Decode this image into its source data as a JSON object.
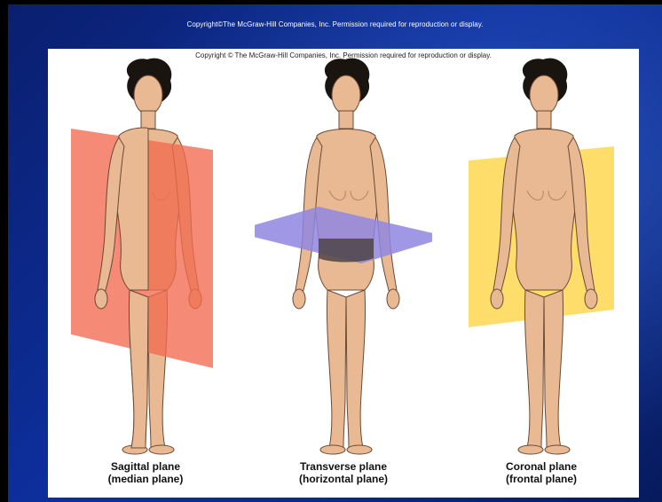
{
  "slide": {
    "copyright": "Copyright©The McGraw-Hill Companies, Inc. Permission required for reproduction or display."
  },
  "figure": {
    "copyright": "Copyright © The McGraw-Hill Companies, Inc. Permission required for reproduction or display.",
    "planes": [
      {
        "name": "Sagittal plane",
        "alt_name": "(median plane)",
        "color": "#f26a4f"
      },
      {
        "name": "Transverse plane",
        "alt_name": "(horizontal plane)",
        "color": "#8f86e0"
      },
      {
        "name": "Coronal plane",
        "alt_name": "(frontal plane)",
        "color": "#ffd95a"
      }
    ]
  },
  "colors": {
    "skin": "#e8b993",
    "skin_outline": "#6b4a35",
    "hair": "#1a1410",
    "background_blue": "#0d2f9c"
  }
}
